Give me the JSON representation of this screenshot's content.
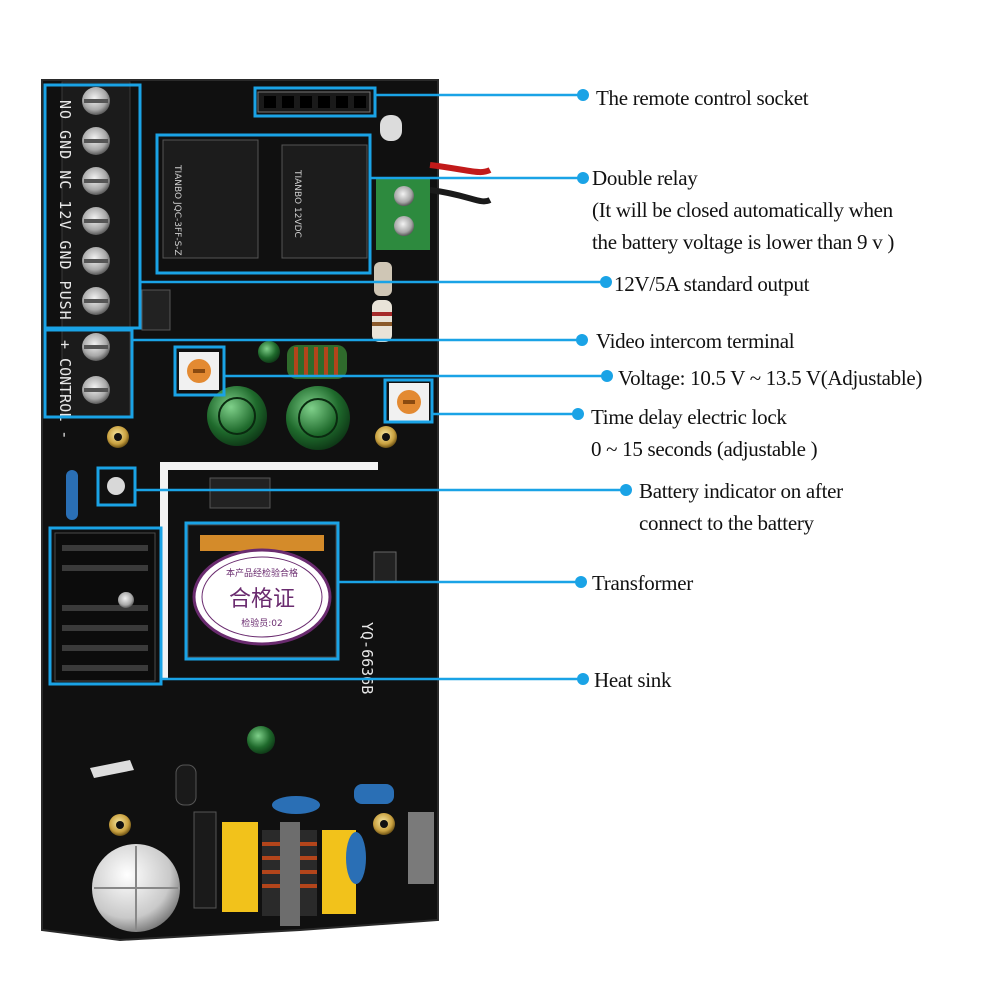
{
  "board": {
    "terminal_labels_top": [
      "NO",
      "GND",
      "NC",
      "12V",
      "GND",
      "PUSH"
    ],
    "terminal_labels_bottom": "+ CONTROL -",
    "model_text": "YQ-6636B",
    "cert_sticker": {
      "top_text": "本产品经检验合格",
      "main_text": "合格证",
      "bottom_text": "检验员:02"
    },
    "highlight_color": "#1aa3e6"
  },
  "callouts": [
    {
      "id": "remote",
      "lines": [
        "The remote control socket"
      ]
    },
    {
      "id": "relay",
      "lines": [
        "Double relay",
        " (It will be closed automatically when",
        " the battery voltage is lower than 9 v )"
      ]
    },
    {
      "id": "output",
      "lines": [
        "12V/5A standard output"
      ]
    },
    {
      "id": "video",
      "lines": [
        "Video intercom terminal"
      ]
    },
    {
      "id": "voltage",
      "lines": [
        "Voltage: 10.5 V ~ 13.5 V(Adjustable)"
      ]
    },
    {
      "id": "delay",
      "lines": [
        "Time delay electric lock",
        " 0 ~ 15 seconds (adjustable )"
      ]
    },
    {
      "id": "battery",
      "lines": [
        "Battery indicator on after",
        "connect to the battery"
      ]
    },
    {
      "id": "transformer",
      "lines": [
        "Transformer"
      ]
    },
    {
      "id": "heatsink",
      "lines": [
        "Heat sink"
      ]
    }
  ]
}
